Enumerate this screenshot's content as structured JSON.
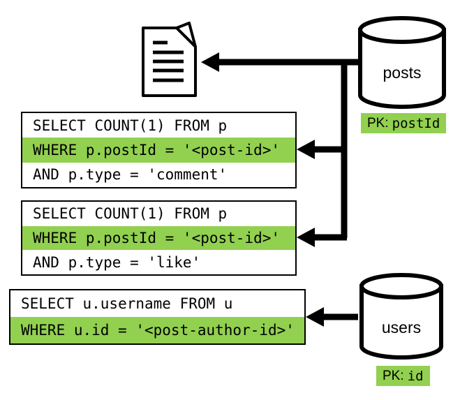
{
  "colors": {
    "highlight": "#92D050",
    "line": "#000000",
    "box_border": "#000000",
    "background": "#ffffff"
  },
  "icons": [
    {
      "name": "document-icon",
      "shape": "page-with-folded-corner-and-text-lines"
    },
    {
      "name": "database-icon",
      "shape": "cylinder"
    }
  ],
  "queries": [
    {
      "id": "comment-count",
      "lines": [
        {
          "text": "SELECT COUNT(1) FROM p",
          "highlighted": false
        },
        {
          "text": "WHERE p.postId = '<post-id>'",
          "highlighted": true
        },
        {
          "text": "AND p.type = 'comment'",
          "highlighted": false
        }
      ]
    },
    {
      "id": "like-count",
      "lines": [
        {
          "text": "SELECT COUNT(1) FROM p",
          "highlighted": false
        },
        {
          "text": "WHERE p.postId = '<post-id>'",
          "highlighted": true
        },
        {
          "text": "AND p.type = 'like'",
          "highlighted": false
        }
      ]
    },
    {
      "id": "username-lookup",
      "lines": [
        {
          "text": "SELECT u.username FROM u",
          "highlighted": false
        },
        {
          "text": "WHERE u.id = '<post-author-id>'",
          "highlighted": true
        }
      ]
    }
  ],
  "databases": [
    {
      "name": "posts",
      "pk": {
        "label": "PK:",
        "value": "postId"
      }
    },
    {
      "name": "users",
      "pk": {
        "label": "PK:",
        "value": "id"
      }
    }
  ],
  "arrows": [
    {
      "name": "posts-to-document"
    },
    {
      "name": "posts-to-comment-count-query"
    },
    {
      "name": "posts-to-like-count-query"
    },
    {
      "name": "users-to-username-query"
    }
  ]
}
